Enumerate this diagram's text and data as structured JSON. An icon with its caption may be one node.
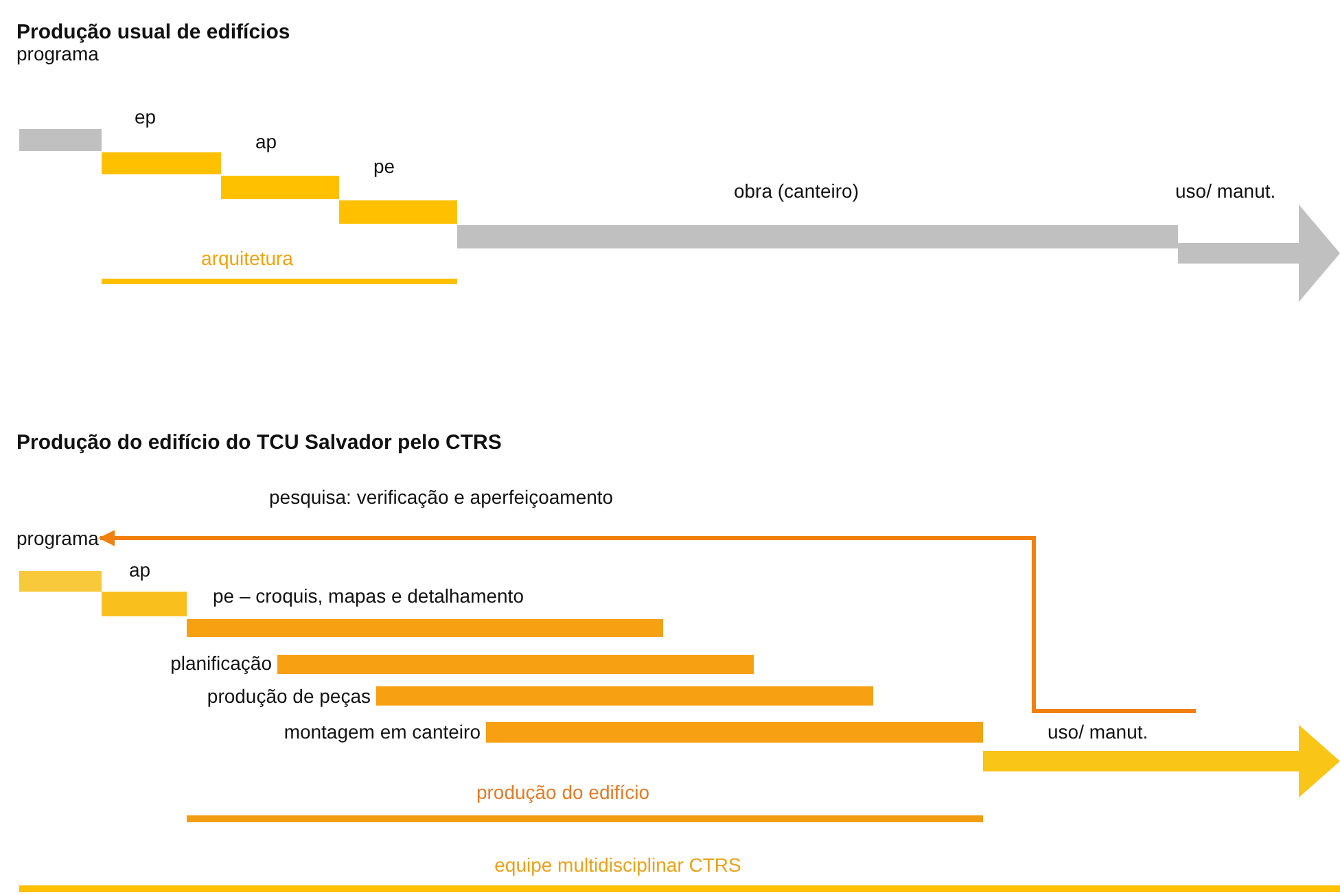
{
  "diagram": {
    "nodes": [
      {
        "text": [
          "programa"
        ]
      },
      {
        "text": [
          "ep"
        ]
      },
      {
        "text": [
          "ap"
        ]
      },
      {
        "text": [
          "pe"
        ]
      },
      {
        "text": [
          "obra (canteiro)"
        ]
      },
      {
        "text": [
          "uso/ manut."
        ]
      },
      {
        "text": [
          "arquitetura"
        ]
      },
      {
        "text": [
          "programa"
        ]
      },
      {
        "text": [
          "ap"
        ]
      },
      {
        "text": [
          "pe – croquis, mapas e detalhamento"
        ]
      },
      {
        "text": [
          "planificação"
        ]
      },
      {
        "text": [
          "produção de peças"
        ]
      },
      {
        "text": [
          "montagem em canteiro"
        ]
      },
      {
        "text": [
          "uso/ manut."
        ]
      },
      {
        "text": [
          "produção do edifício"
        ]
      },
      {
        "text": [
          "equipe multidisciplinar CTRS"
        ]
      }
    ],
    "edges": [
      {
        "from": 13,
        "to": 7,
        "arrow": "to",
        "label": "pesquisa:  verificação  e aperfeiçoamento"
      }
    ],
    "labels": [
      "Produção usual de edifícios",
      "Produção do edifício do TCU Salvador pelo CTRS"
    ]
  }
}
